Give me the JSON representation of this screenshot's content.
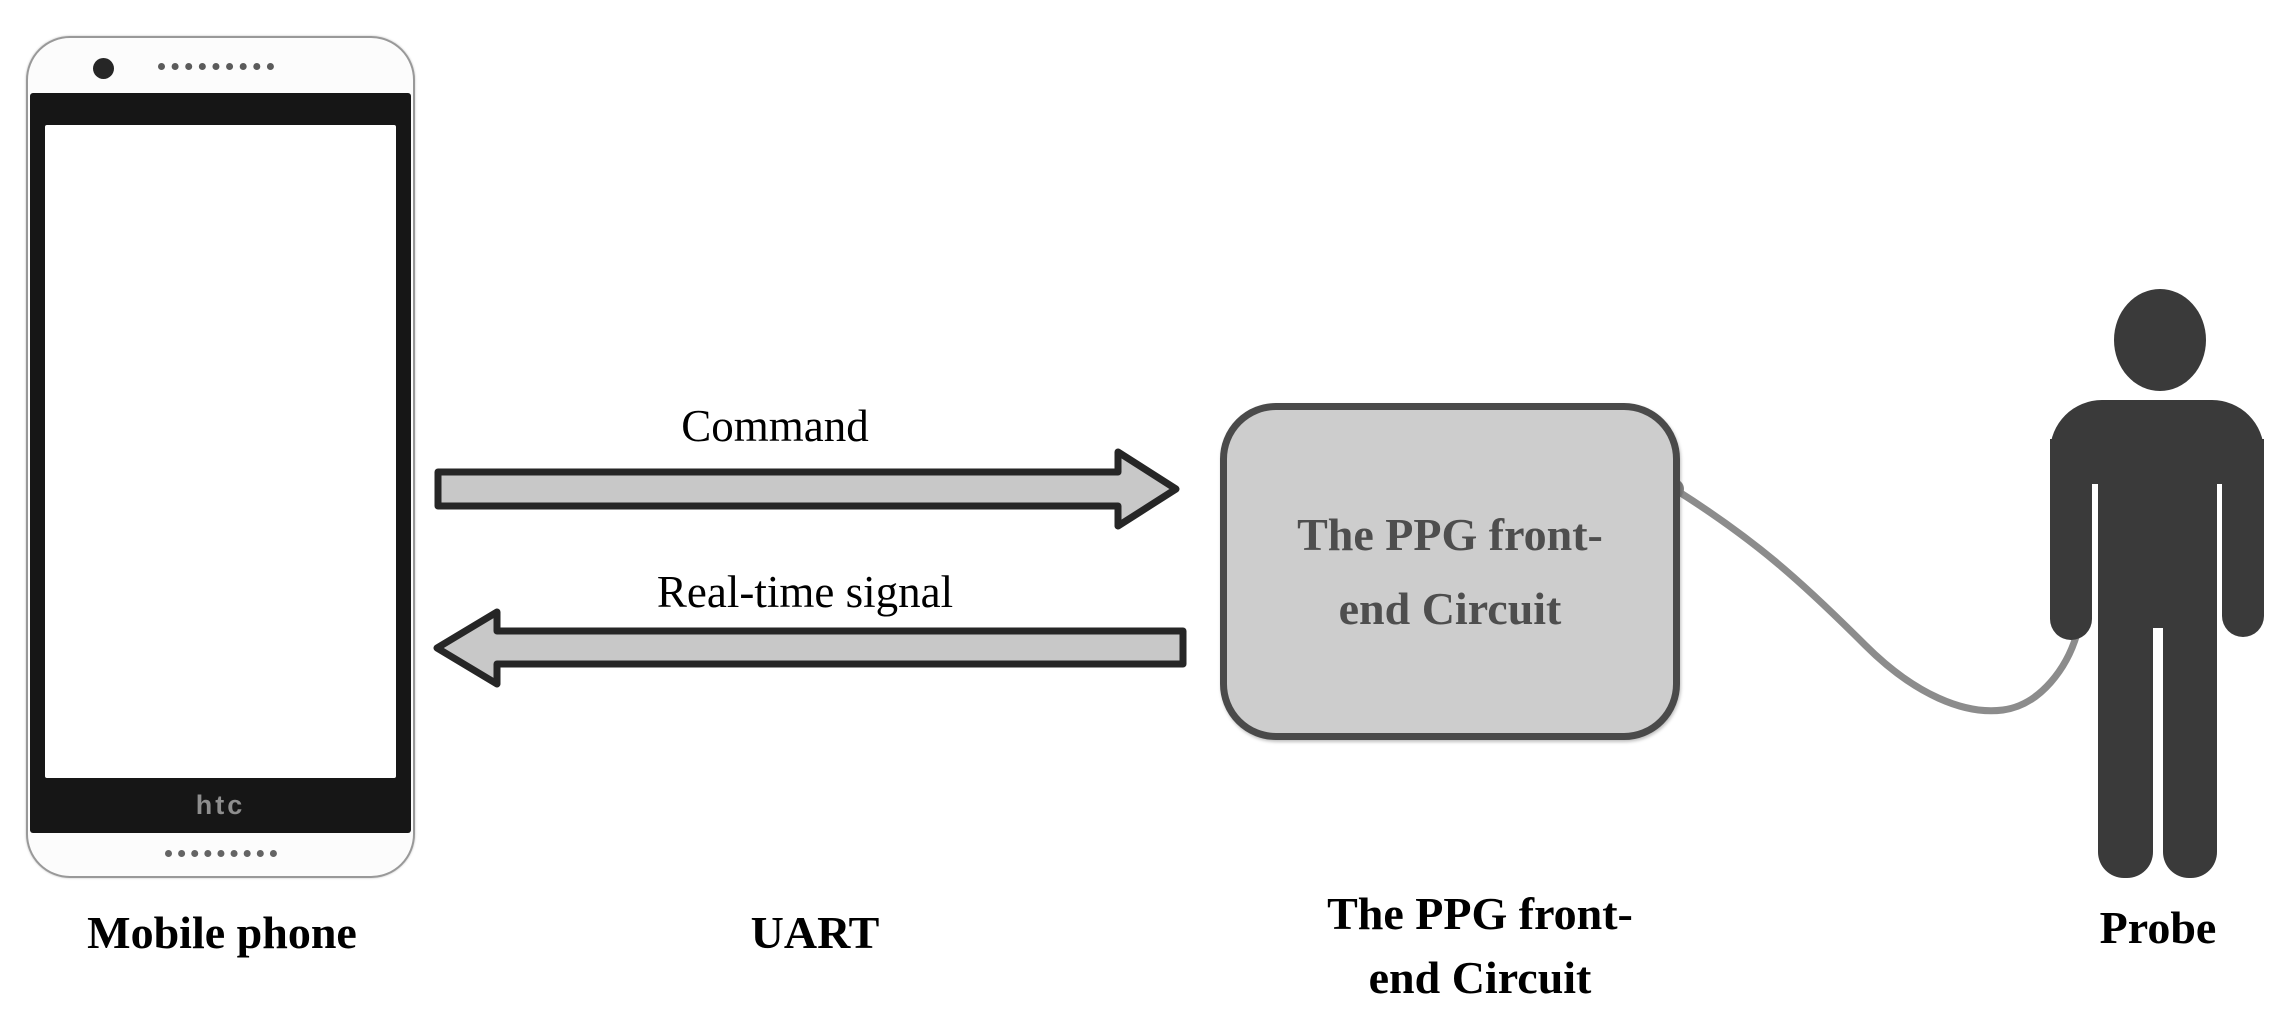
{
  "figure": {
    "phone": {
      "brand_logo": "htc",
      "caption": "Mobile phone"
    },
    "uart": {
      "caption": "UART",
      "command_label": "Command",
      "realtime_label": "Real-time signal"
    },
    "ppg_box": {
      "line1": "The PPG front-",
      "line2": "end Circuit"
    },
    "ppg_caption": {
      "line1": "The PPG front-",
      "line2": "end Circuit"
    },
    "probe": {
      "caption": "Probe"
    },
    "colors": {
      "arrow_fill": "#c8c8c8",
      "arrow_stroke": "#262626",
      "wire": "#8c8c8c",
      "wire_connector": "#828282",
      "box_fill": "#cdcdcd",
      "box_border": "#4a4a4a",
      "box_text": "#4e4e4e",
      "person": "#3a3a3a",
      "phone_bezel": "#161616",
      "label_text": "#000000"
    }
  }
}
